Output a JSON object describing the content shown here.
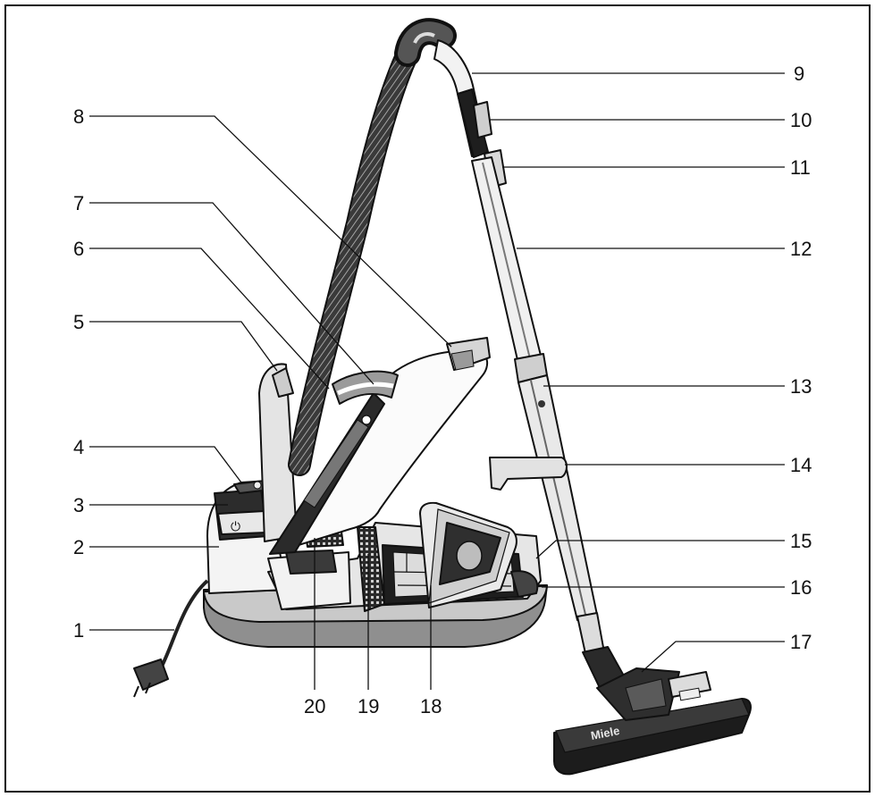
{
  "brand_text": "Miele",
  "callouts": [
    {
      "id": "1",
      "text": "1"
    },
    {
      "id": "2",
      "text": "2"
    },
    {
      "id": "3",
      "text": "3"
    },
    {
      "id": "4",
      "text": "4"
    },
    {
      "id": "5",
      "text": "5"
    },
    {
      "id": "6",
      "text": "6"
    },
    {
      "id": "7",
      "text": "7"
    },
    {
      "id": "8",
      "text": "8"
    },
    {
      "id": "9",
      "text": "9"
    },
    {
      "id": "10",
      "text": "10"
    },
    {
      "id": "11",
      "text": "11"
    },
    {
      "id": "12",
      "text": "12"
    },
    {
      "id": "13",
      "text": "13"
    },
    {
      "id": "14",
      "text": "14"
    },
    {
      "id": "15",
      "text": "15"
    },
    {
      "id": "16",
      "text": "16"
    },
    {
      "id": "17",
      "text": "17"
    },
    {
      "id": "18",
      "text": "18"
    },
    {
      "id": "19",
      "text": "19"
    },
    {
      "id": "20",
      "text": "20"
    }
  ]
}
